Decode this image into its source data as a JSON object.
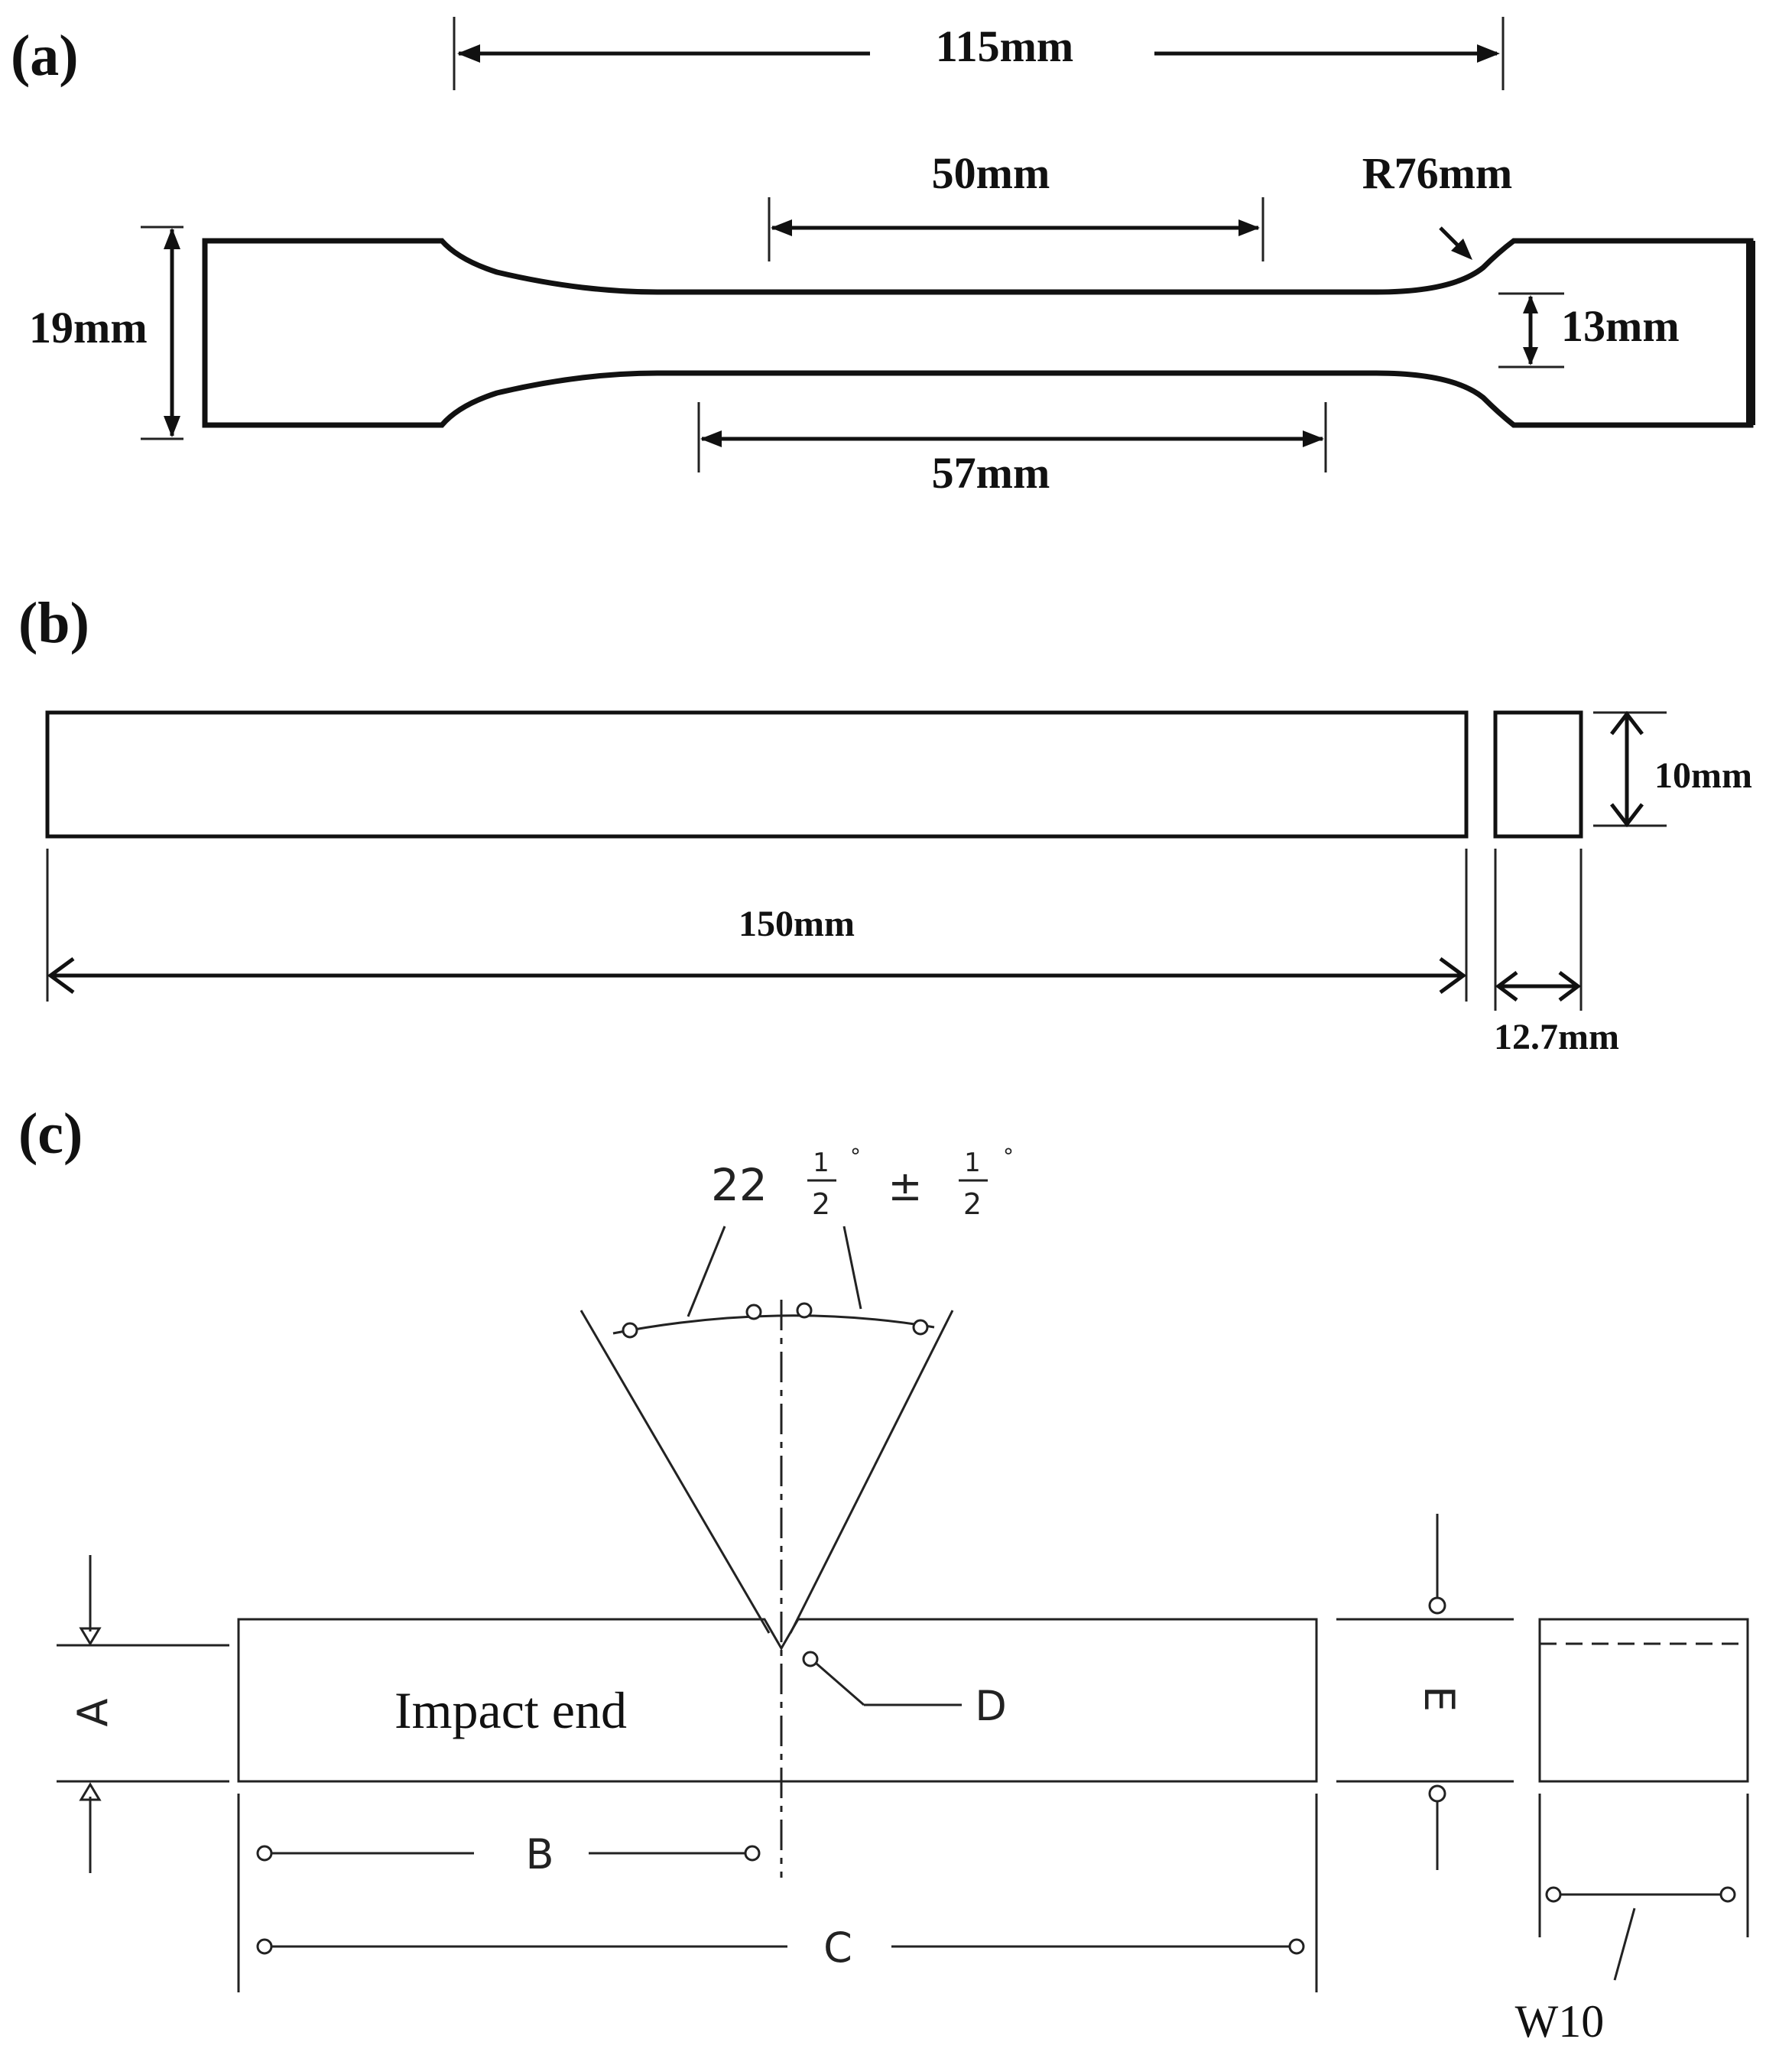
{
  "panels": {
    "a": {
      "label": "(a)",
      "overall_length": "115mm",
      "gauge_length": "50mm",
      "fillet_radius": "R76mm",
      "grip_width": "19mm",
      "gauge_width": "13mm",
      "reduced_length": "57mm"
    },
    "b": {
      "label": "(b)",
      "length": "150mm",
      "height": "10mm",
      "width": "12.7mm"
    },
    "c": {
      "label": "(c)",
      "notch_angle_main": "22",
      "notch_angle_frac1_num": "1",
      "notch_angle_frac1_den": "2",
      "notch_angle_deg1": "°",
      "notch_angle_pm": "±",
      "notch_angle_frac2_num": "1",
      "notch_angle_frac2_den": "2",
      "notch_angle_deg2": "°",
      "dim_a": "A",
      "dim_b": "B",
      "dim_c": "C",
      "dim_d": "D",
      "dim_e": "E",
      "impact_label": "Impact end",
      "width_label": "W10"
    }
  }
}
